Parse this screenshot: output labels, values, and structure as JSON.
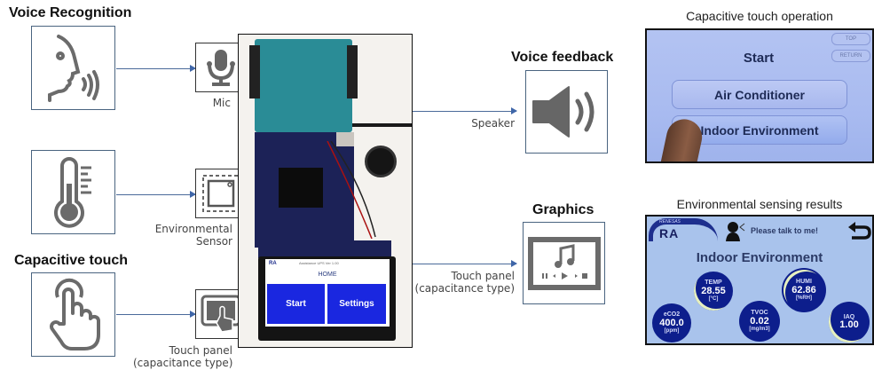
{
  "inputs": {
    "voice": {
      "title": "Voice Recognition",
      "icon": "speaking-head-icon",
      "device_label": "Mic",
      "device_icon": "microphone-icon"
    },
    "env": {
      "title": "",
      "icon": "thermometer-icon",
      "device_label_line1": "Environmental",
      "device_label_line2": "Sensor",
      "device_icon": "sensor-chip-icon"
    },
    "touch": {
      "title": "Capacitive touch",
      "icon": "touch-finger-icon",
      "device_label_line1": "Touch panel",
      "device_label_line2": "(capacitance type)",
      "device_icon": "touch-panel-icon"
    }
  },
  "board": {
    "lcd_header": "Assistance UPS Ver 1.00",
    "lcd_brand": "RA",
    "lcd_title": "HOME",
    "lcd_buttons": [
      "Start",
      "Settings"
    ]
  },
  "outputs": {
    "voice_feedback": {
      "title": "Voice feedback",
      "device_label": "Speaker",
      "icon": "speaker-icon"
    },
    "graphics": {
      "title": "Graphics",
      "device_label_line1": "Touch panel",
      "device_label_line2": "(capacitance type)",
      "icon": "media-player-icon"
    }
  },
  "touch_screen": {
    "caption": "Capacitive touch operation",
    "corner_buttons": [
      "TOP",
      "RETURN"
    ],
    "heading": "Start",
    "menu": [
      "Air Conditioner",
      "Indoor Environment"
    ]
  },
  "env_screen": {
    "caption": "Environmental sensing results",
    "brand_top": "RENESAS",
    "brand": "RA",
    "prompt": "Please talk to me!",
    "heading": "Indoor Environment",
    "gauges": [
      {
        "name": "eCO2",
        "value": "400.0",
        "unit": "[ppm]"
      },
      {
        "name": "TEMP",
        "value": "28.55",
        "unit": "[°C]"
      },
      {
        "name": "TVOC",
        "value": "0.02",
        "unit": "[mg/m3]"
      },
      {
        "name": "HUMI",
        "value": "62.86",
        "unit": "[%RH]"
      },
      {
        "name": "IAQ",
        "value": "1.00",
        "unit": ""
      }
    ]
  },
  "colors": {
    "arrow": "#3f66a8",
    "lcd_button": "#1a27e0",
    "gauge": "#0d1e8c",
    "gauge_arc": "#e6f0c0",
    "shield": "#2a8c96",
    "pcb": "#1c2257"
  }
}
